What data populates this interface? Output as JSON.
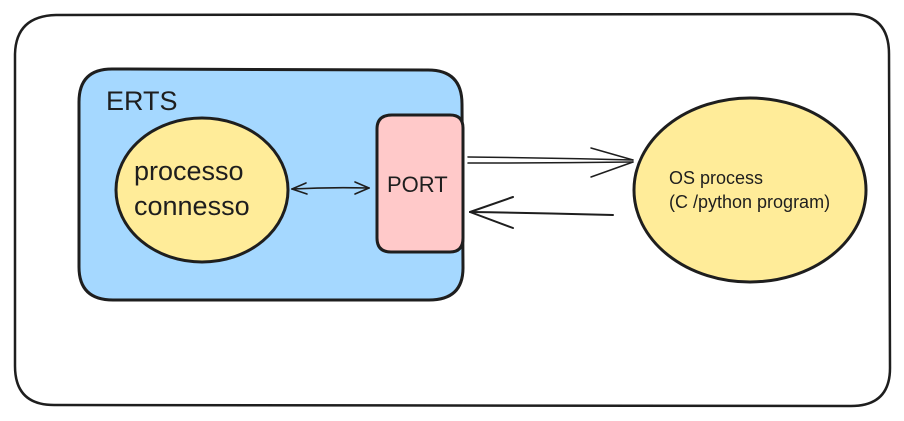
{
  "diagram": {
    "erts_label": "ERTS",
    "process_label_line1": "processo",
    "process_label_line2": "connesso",
    "port_label": "PORT",
    "os_label_line1": "OS process",
    "os_label_line2": "(C /python program)"
  },
  "colors": {
    "stroke": "#1e1e1e",
    "erts_fill": "#a5d8ff",
    "process_fill": "#ffec99",
    "port_fill": "#ffc9c9",
    "outer_fill": "#ffffff"
  }
}
